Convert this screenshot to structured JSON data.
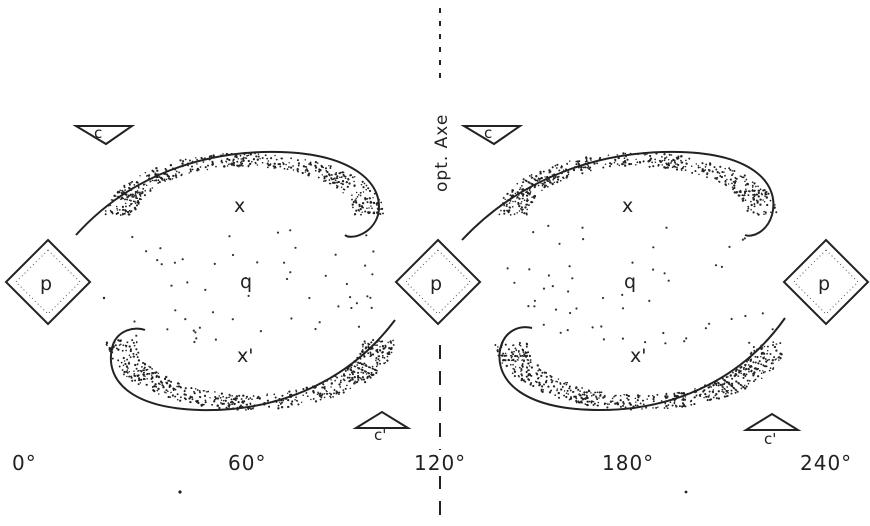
{
  "axis_label": "opt. Axe",
  "face_labels": {
    "p": "p",
    "q": "q",
    "x": "x",
    "x_prime": "x'",
    "c": "c",
    "c_prime": "c'"
  },
  "angle_labels": [
    "0°",
    "60°",
    "120°",
    "180°",
    "240°"
  ],
  "colors": {
    "ink": "#222222",
    "paper": "#ffffff"
  }
}
